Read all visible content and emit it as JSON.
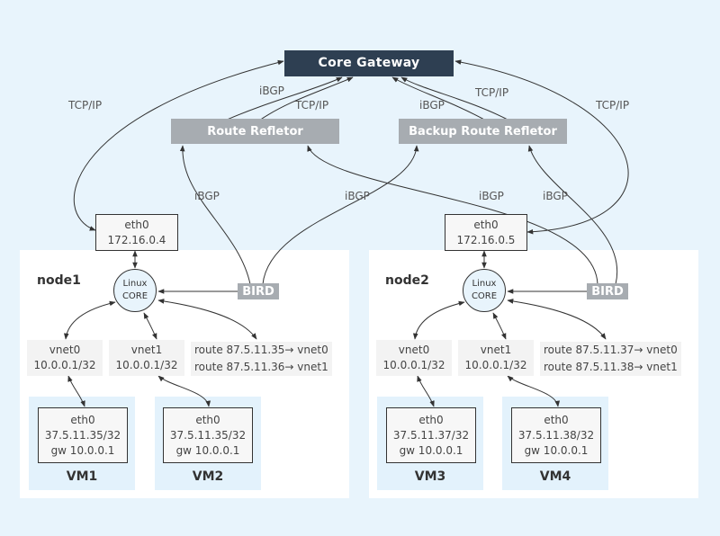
{
  "core_gateway": "Core Gateway",
  "route_reflector": "Route Refletor",
  "backup_route_reflector": "Backup Route Refletor",
  "edge_labels": {
    "tcpip_left": "TCP/IP",
    "tcpip_right": "TCP/IP",
    "tcpip_rr": "TCP/IP",
    "tcpip_brr": "TCP/IP",
    "ibgp_rr": "iBGP",
    "ibgp_brr": "iBGP",
    "ibgp_n1_rr": "iBGP",
    "ibgp_n1_brr": "iBGP",
    "ibgp_n2_rr": "iBGP",
    "ibgp_n2_brr": "iBGP"
  },
  "nodes": [
    {
      "name": "node1",
      "eth0_label": "eth0",
      "eth0_ip": "172.16.0.4",
      "core_line1": "Linux",
      "core_line2": "CORE",
      "bird": "BIRD",
      "vnets": [
        {
          "name": "vnet0",
          "ip": "10.0.0.1/32"
        },
        {
          "name": "vnet1",
          "ip": "10.0.0.1/32"
        }
      ],
      "routes": [
        "route 87.5.11.35→ vnet0",
        "route 87.5.11.36→ vnet1"
      ],
      "vms": [
        {
          "iface": "eth0",
          "ip": "37.5.11.35/32",
          "gw": "gw 10.0.0.1",
          "name": "VM1"
        },
        {
          "iface": "eth0",
          "ip": "37.5.11.35/32",
          "gw": "gw 10.0.0.1",
          "name": "VM2"
        }
      ]
    },
    {
      "name": "node2",
      "eth0_label": "eth0",
      "eth0_ip": "172.16.0.5",
      "core_line1": "Linux",
      "core_line2": "CORE",
      "bird": "BIRD",
      "vnets": [
        {
          "name": "vnet0",
          "ip": "10.0.0.1/32"
        },
        {
          "name": "vnet1",
          "ip": "10.0.0.1/32"
        }
      ],
      "routes": [
        "route 87.5.11.37→ vnet0",
        "route 87.5.11.38→ vnet1"
      ],
      "vms": [
        {
          "iface": "eth0",
          "ip": "37.5.11.37/32",
          "gw": "gw 10.0.0.1",
          "name": "VM3"
        },
        {
          "iface": "eth0",
          "ip": "37.5.11.38/32",
          "gw": "gw 10.0.0.1",
          "name": "VM4"
        }
      ]
    }
  ]
}
